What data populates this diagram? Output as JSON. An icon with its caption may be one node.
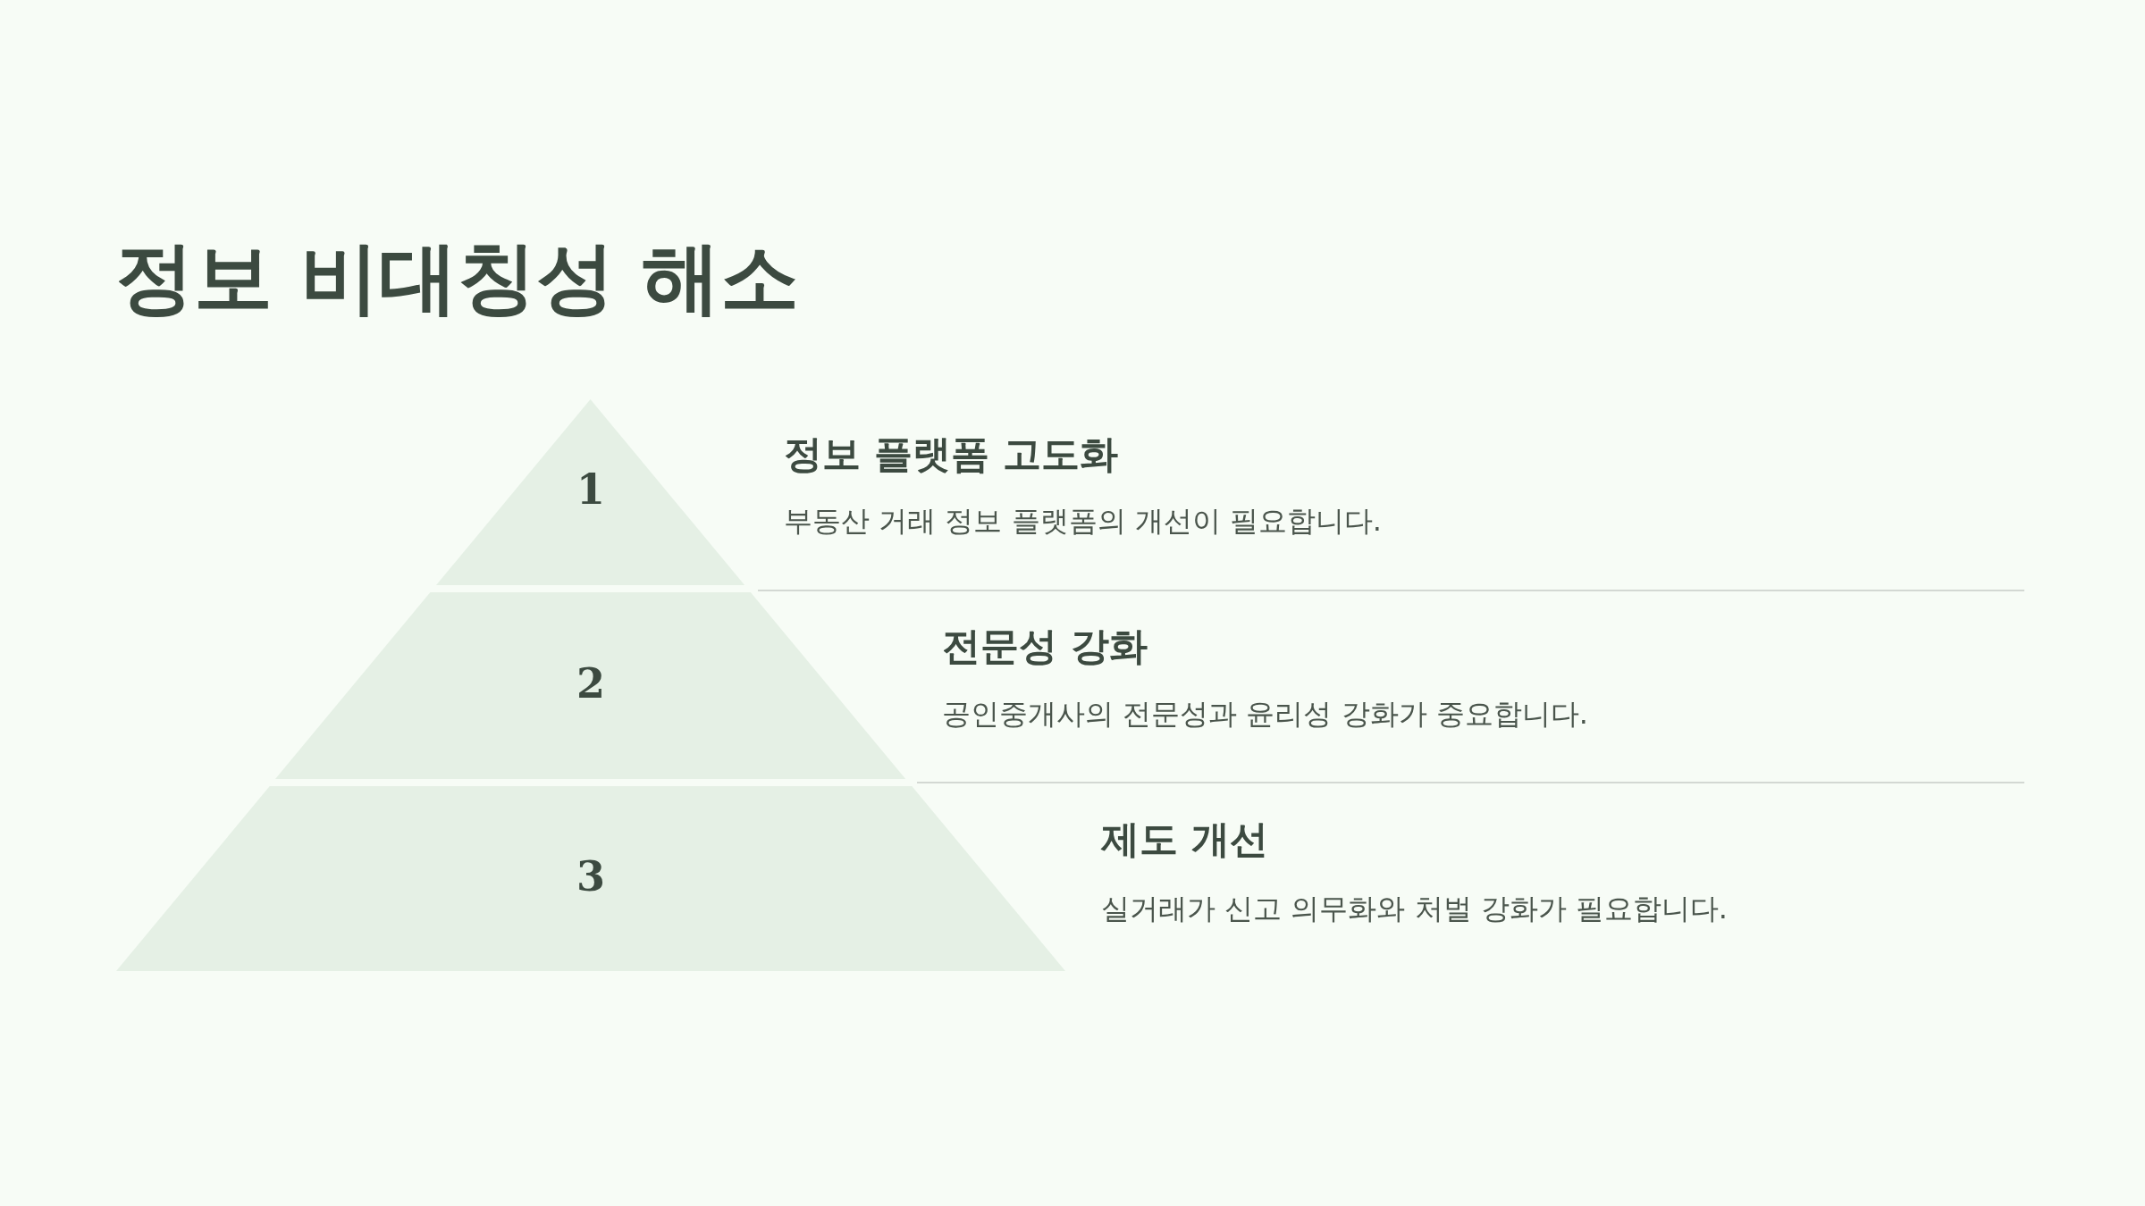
{
  "diagram": {
    "title": "정보 비대칭성 해소",
    "nodes": [
      {
        "text": [
          "1"
        ],
        "beside": [
          "정보 플랫폼 고도화",
          "부동산 거래 정보 플랫폼의 개선이 필요합니다."
        ]
      },
      {
        "text": [
          "2"
        ],
        "beside": [
          "전문성 강화",
          "공인중개사의 전문성과 윤리성 강화가 중요합니다."
        ]
      },
      {
        "text": [
          "3"
        ],
        "beside": [
          "제도 개선",
          "실거래가 신고 의무화와 처벌 강화가 필요합니다."
        ]
      }
    ],
    "edges": []
  }
}
